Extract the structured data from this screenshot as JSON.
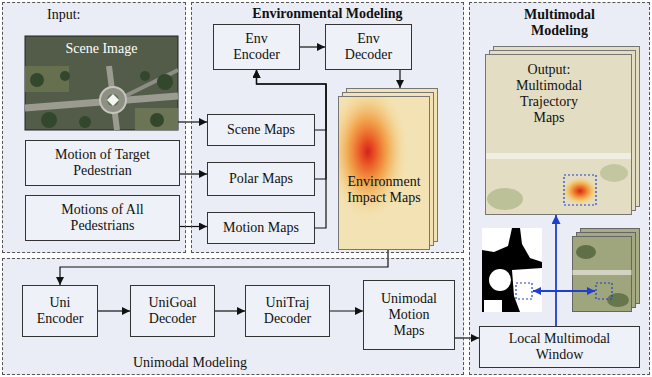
{
  "diagram": {
    "nodes": [
      {
        "text": [
          "Input:"
        ]
      },
      {
        "text": [
          "Scene Image"
        ],
        "in": 0
      },
      {
        "text": [
          "Motion of Target Pedestrian"
        ],
        "in": 0
      },
      {
        "text": [
          "Motions of All Pedestrians"
        ],
        "in": 0
      },
      {
        "text": [
          "Environmental Modeling"
        ]
      },
      {
        "text": [
          "Env Encoder"
        ],
        "in": 4
      },
      {
        "text": [
          "Env Decoder"
        ],
        "in": 4
      },
      {
        "text": [
          "Scene Maps"
        ],
        "in": 4
      },
      {
        "text": [
          "Environment Impact Maps"
        ],
        "in": 4
      },
      {
        "text": [
          "Polar Maps"
        ],
        "in": 4
      },
      {
        "text": [
          "Motion Maps"
        ],
        "in": 4
      },
      {
        "text": [
          "Multimodal Modeling"
        ]
      },
      {
        "text": [
          "Output: Multimodal Trajectory Maps"
        ],
        "in": 11
      },
      {
        "text": [
          "Local Multimodal Window"
        ],
        "in": 11
      },
      {
        "text": [
          "Unimodal Modeling"
        ]
      },
      {
        "text": [
          "Uni Encoder"
        ],
        "in": 14
      },
      {
        "text": [
          "UniGoal Decoder"
        ],
        "in": 14
      },
      {
        "text": [
          "UniTraj Decoder"
        ],
        "in": 14
      },
      {
        "text": [
          "Unimodal Motion Maps"
        ],
        "in": 14
      }
    ],
    "edges": [
      {
        "from": 1,
        "to": 7,
        "arrow": "to"
      },
      {
        "from": 2,
        "to": 9,
        "arrow": "to"
      },
      {
        "from": 3,
        "to": 10,
        "arrow": "to"
      },
      {
        "from": 7,
        "to": 5,
        "arrow": "to"
      },
      {
        "from": 9,
        "to": 5,
        "arrow": "to"
      },
      {
        "from": 10,
        "to": 5,
        "arrow": "to"
      },
      {
        "from": 5,
        "to": 6,
        "arrow": "to"
      },
      {
        "from": 6,
        "to": 8,
        "arrow": "to"
      },
      {
        "from": 8,
        "to": 15,
        "arrow": "to"
      },
      {
        "from": 15,
        "to": 16,
        "arrow": "to"
      },
      {
        "from": 16,
        "to": 17,
        "arrow": "to"
      },
      {
        "from": 17,
        "to": 18,
        "arrow": "to"
      },
      {
        "from": 18,
        "to": 13,
        "arrow": "to"
      },
      {
        "from": 13,
        "to": 12,
        "arrow": "to"
      }
    ]
  }
}
